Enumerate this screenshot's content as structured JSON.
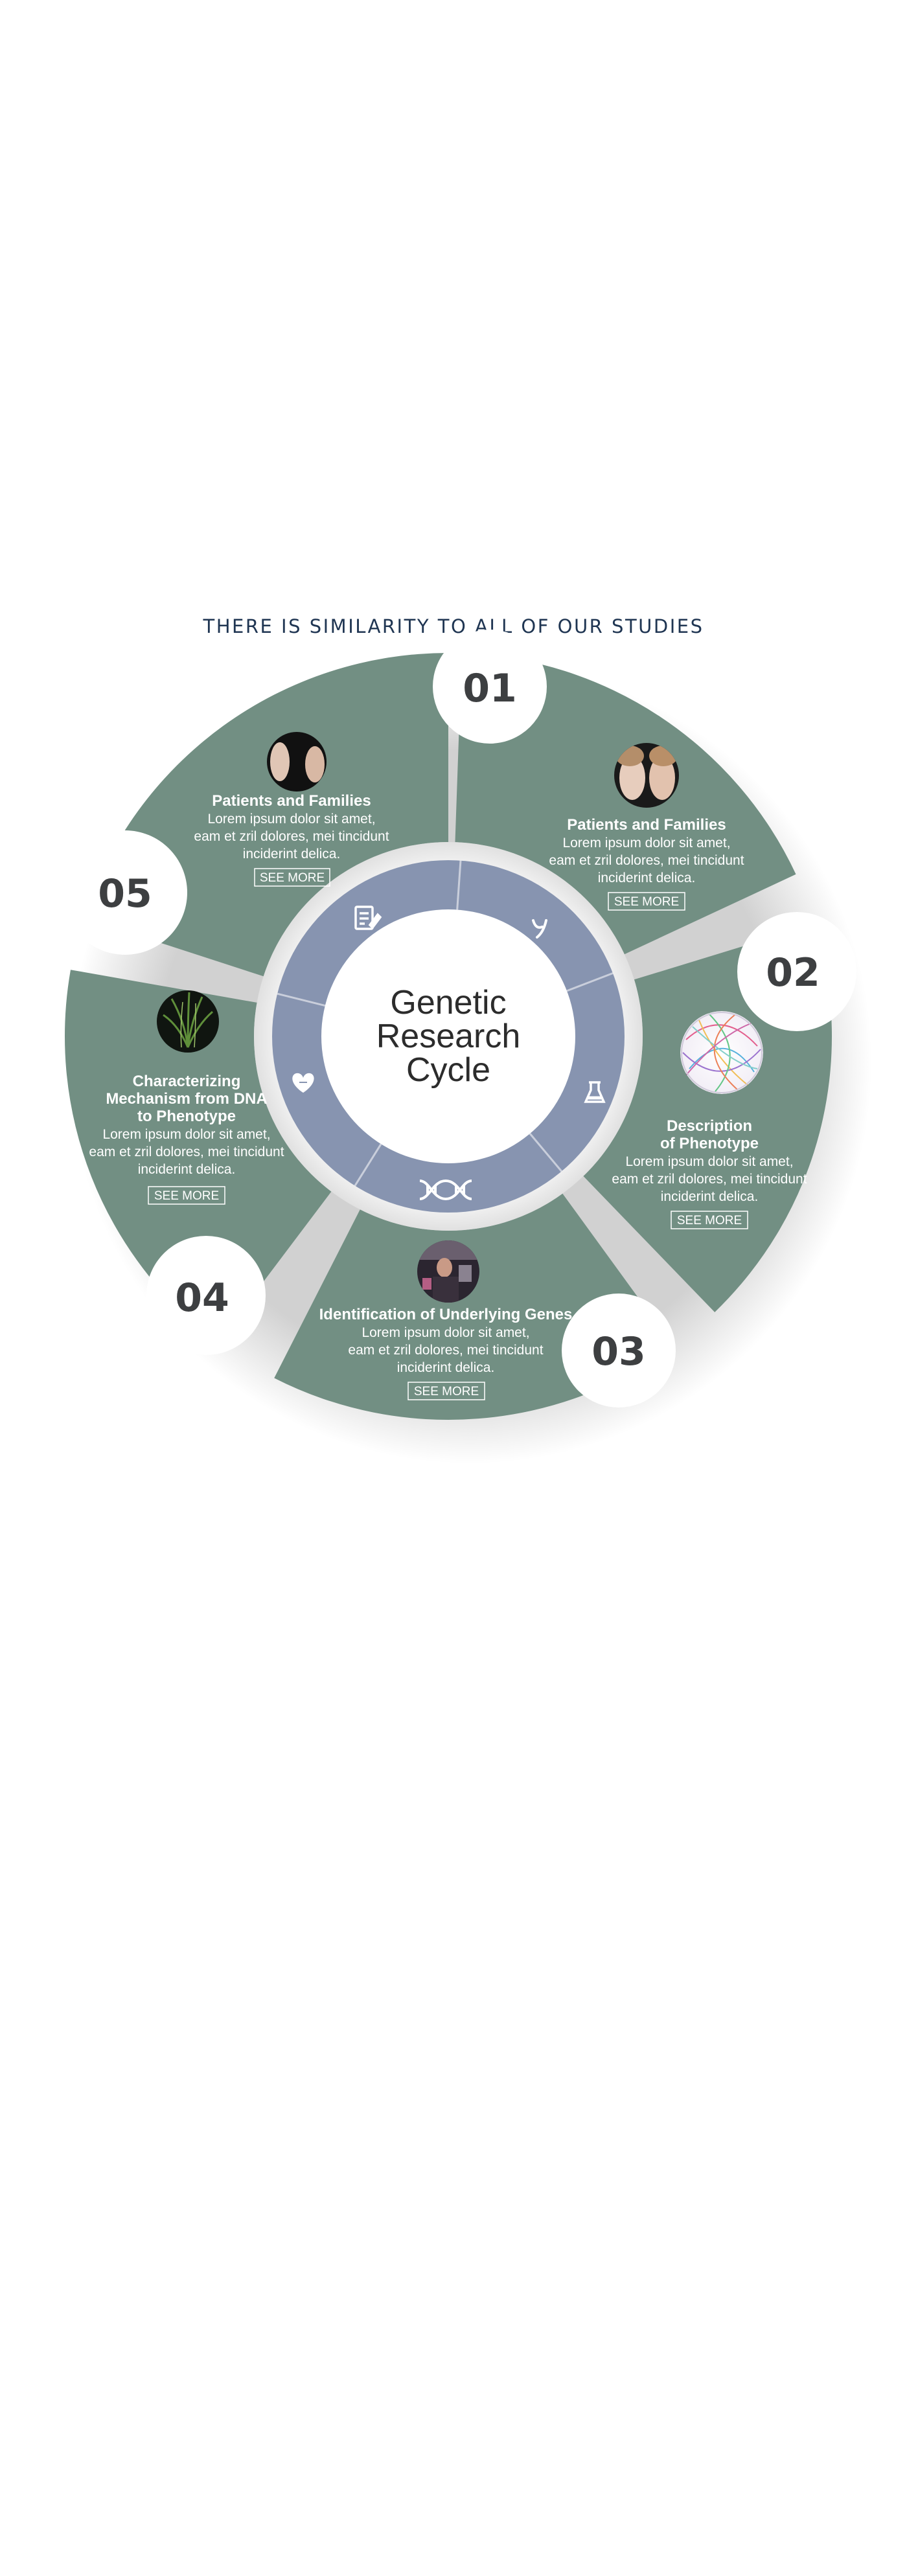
{
  "header": {
    "title": "THERE IS SIMILARITY TO ALL OF OUR STUDIES"
  },
  "center": {
    "line1": "Genetic",
    "line2": "Research",
    "line3": "Cycle"
  },
  "colors": {
    "segment": "#728f83",
    "ring": "#8794b0",
    "title": "#1f3552",
    "number": "#3d3f41",
    "center_text": "#2c2c2c",
    "white": "#ffffff"
  },
  "segments": [
    {
      "number": "01",
      "title_lines": [
        "Patients and Families"
      ],
      "body_lines": [
        "Lorem ipsum dolor sit amet,",
        "eam et zril dolores, mei tincidunt",
        "inciderint delica."
      ],
      "button": "SEE MORE",
      "photo": "two-faces-photo",
      "ring_icon": "y-chromosome-icon"
    },
    {
      "number": "02",
      "title_lines": [
        "Description",
        "of Phenotype"
      ],
      "body_lines": [
        "Lorem ipsum dolor sit amet,",
        "eam et zril dolores, mei tincidunt",
        "inciderint delica."
      ],
      "button": "SEE MORE",
      "photo": "colorful-network-photo",
      "ring_icon": "flask-icon"
    },
    {
      "number": "03",
      "title_lines": [
        "Identification of Underlying Genes"
      ],
      "body_lines": [
        "Lorem ipsum dolor sit amet,",
        "eam et zril dolores, mei tincidunt",
        "inciderint delica."
      ],
      "button": "SEE MORE",
      "photo": "lab-researcher-photo",
      "ring_icon": "dna-icon"
    },
    {
      "number": "04",
      "title_lines": [
        "Characterizing",
        "Mechanism from DNA",
        "to Phenotype"
      ],
      "body_lines": [
        "Lorem ipsum dolor sit amet,",
        "eam et zril dolores, mei tincidunt",
        "inciderint delica."
      ],
      "button": "SEE MORE",
      "photo": "plant-photo",
      "ring_icon": "heart-hand-icon"
    },
    {
      "number": "05",
      "title_lines": [
        "Patients and Families"
      ],
      "body_lines": [
        "Lorem ipsum dolor sit amet,",
        "eam et zril dolores, mei tincidunt",
        "inciderint delica."
      ],
      "button": "SEE MORE",
      "photo": "dark-faces-photo",
      "ring_icon": "document-icon"
    }
  ]
}
